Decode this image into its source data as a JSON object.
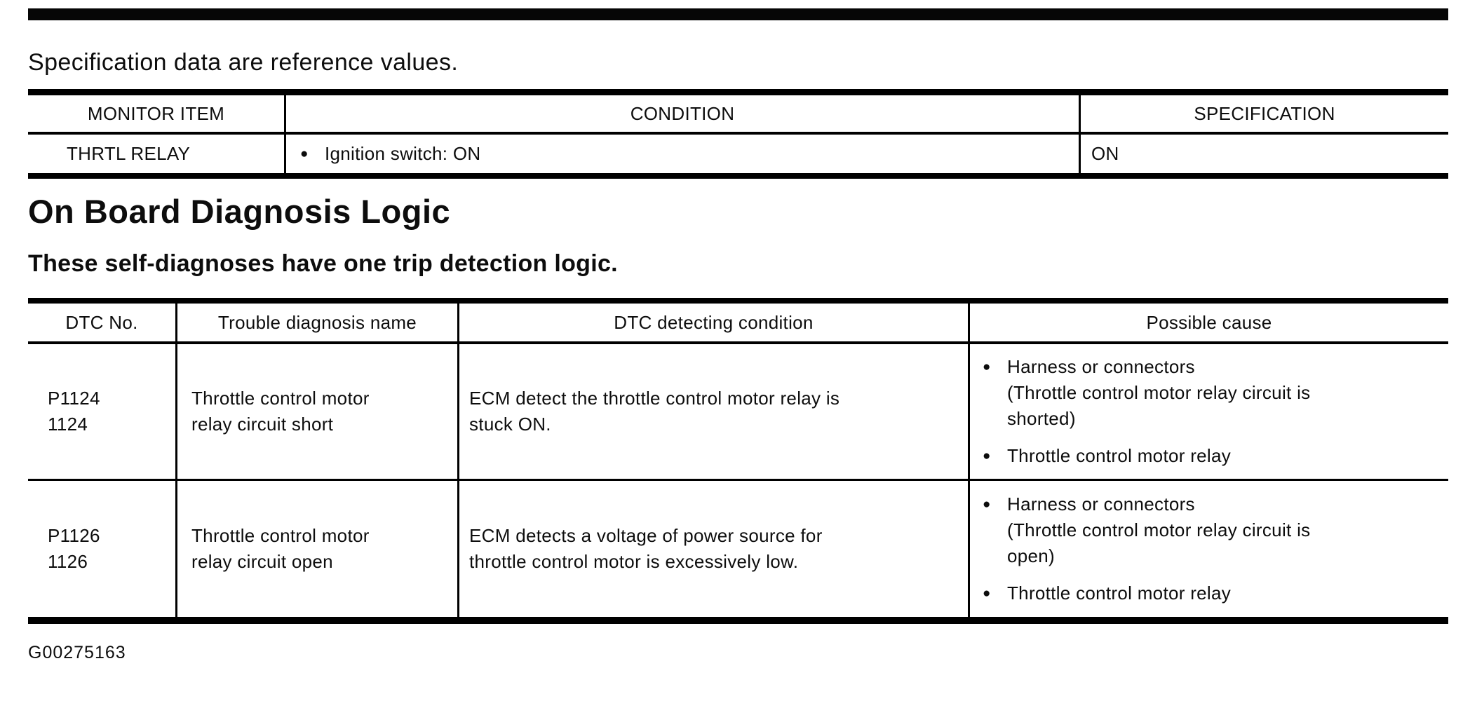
{
  "document": {
    "intro": "Specification data are reference values.",
    "section_heading": "On Board Diagnosis Logic",
    "section_subheading": "These self-diagnoses have one trip detection logic.",
    "figure_code": "G00275163"
  },
  "bullet_glyph": "●",
  "monitor_table": {
    "headers": {
      "monitor_item": "MONITOR ITEM",
      "condition": "CONDITION",
      "specification": "SPECIFICATION"
    },
    "row": {
      "monitor_item": "THRTL RELAY",
      "condition": "Ignition switch: ON",
      "specification": "ON"
    }
  },
  "dtc_table": {
    "headers": {
      "dtc_no": "DTC No.",
      "name": "Trouble diagnosis name",
      "condition": "DTC detecting condition",
      "cause": "Possible cause"
    },
    "rows": [
      {
        "dtc_no": [
          "P1124",
          "1124"
        ],
        "name": [
          "Throttle control motor",
          "relay circuit short"
        ],
        "condition": [
          "ECM detect the throttle control motor relay is",
          "stuck ON."
        ],
        "causes": [
          {
            "lines": [
              "Harness or connectors",
              "(Throttle control motor relay circuit is",
              "shorted)"
            ]
          },
          {
            "lines": [
              "Throttle control motor relay"
            ]
          }
        ]
      },
      {
        "dtc_no": [
          "P1126",
          "1126"
        ],
        "name": [
          "Throttle control motor",
          "relay circuit open"
        ],
        "condition": [
          "ECM detects a voltage of power source for",
          "throttle control motor is excessively low."
        ],
        "causes": [
          {
            "lines": [
              "Harness or connectors",
              "(Throttle control motor relay circuit is",
              "open)"
            ]
          },
          {
            "lines": [
              "Throttle control motor relay"
            ]
          }
        ]
      }
    ]
  },
  "colors": {
    "ink": "#0d0d0d",
    "paper": "#ffffff",
    "rule": "#000000"
  }
}
